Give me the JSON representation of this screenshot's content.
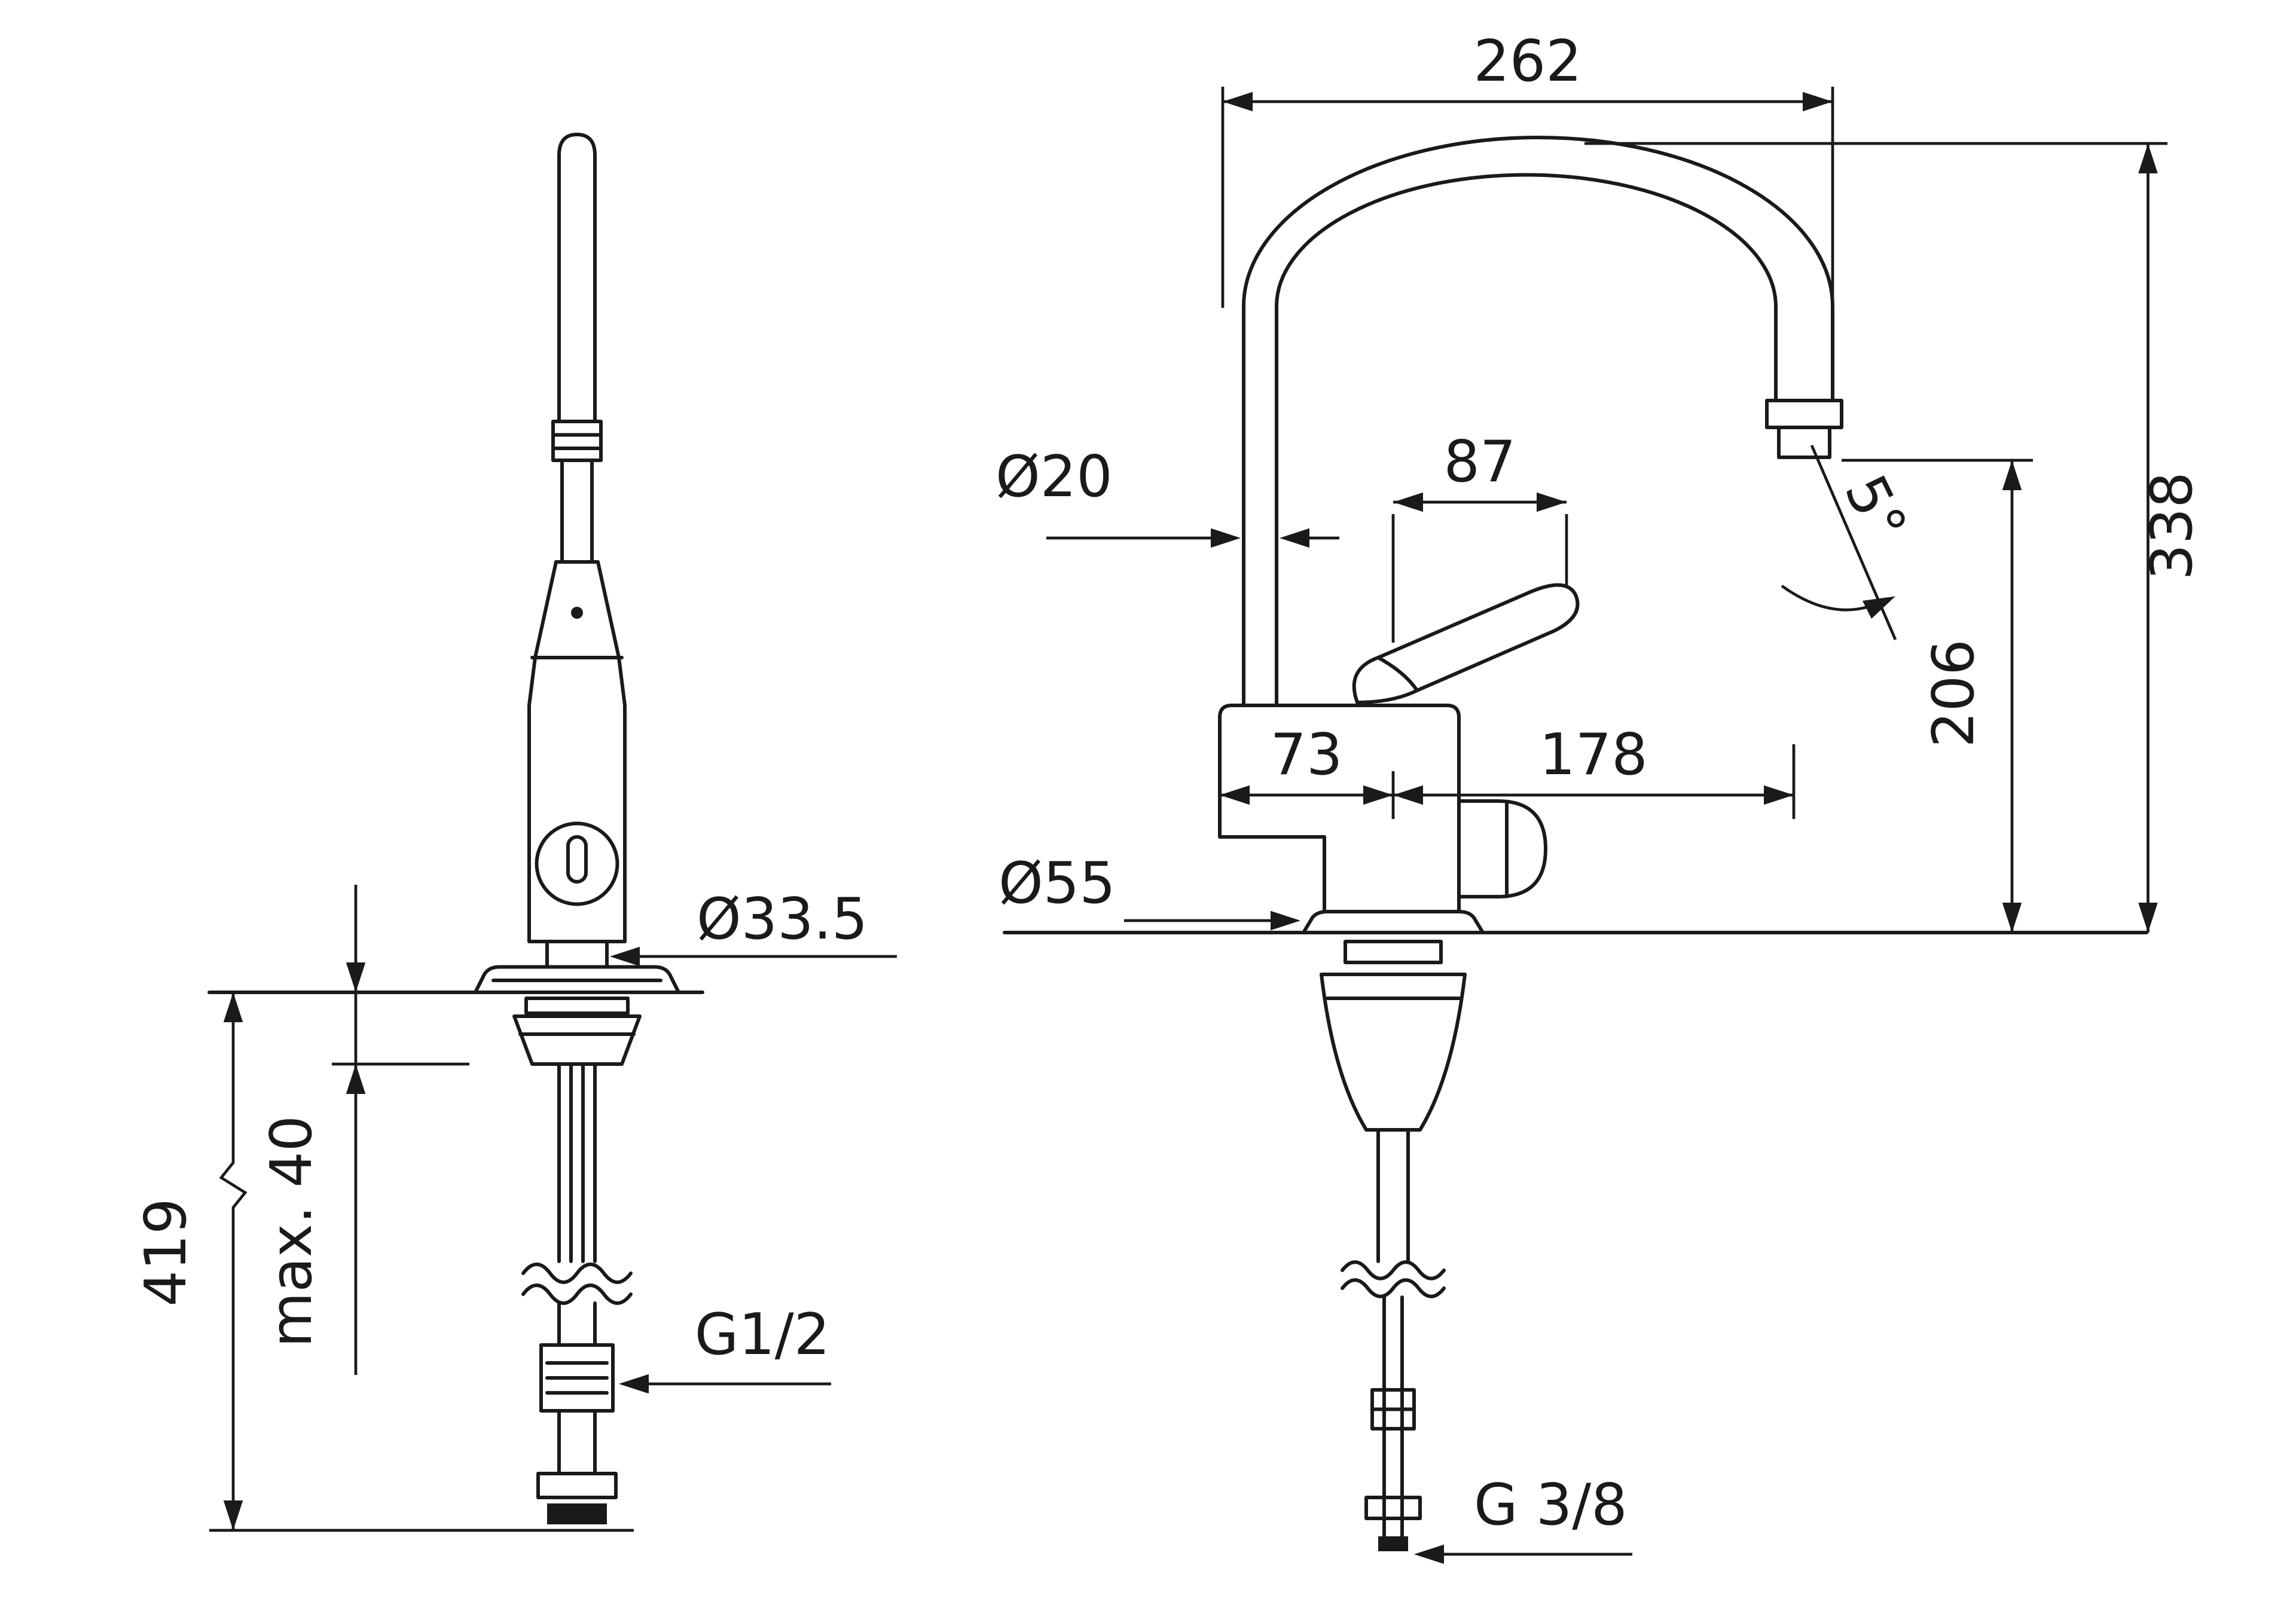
{
  "drawing": {
    "background": "#ffffff",
    "line_color": "#1a1a1a",
    "subject": "single-lever kitchen faucet dimensional drawing, side view and front view",
    "labels": {
      "spout_reach": "262",
      "total_height": "338",
      "outlet_height": "206",
      "outlet_angle": "5°",
      "handle_length": "87",
      "spout_diameter": "Ø20",
      "body_offset": "73",
      "outlet_offset": "178",
      "base_diameter": "Ø55",
      "shank_diameter": "Ø33.5",
      "max_deck_thickness": "max. 40",
      "supply_length": "419",
      "inlet_thread": "G1/2",
      "hose_thread": "G 3/8"
    }
  }
}
